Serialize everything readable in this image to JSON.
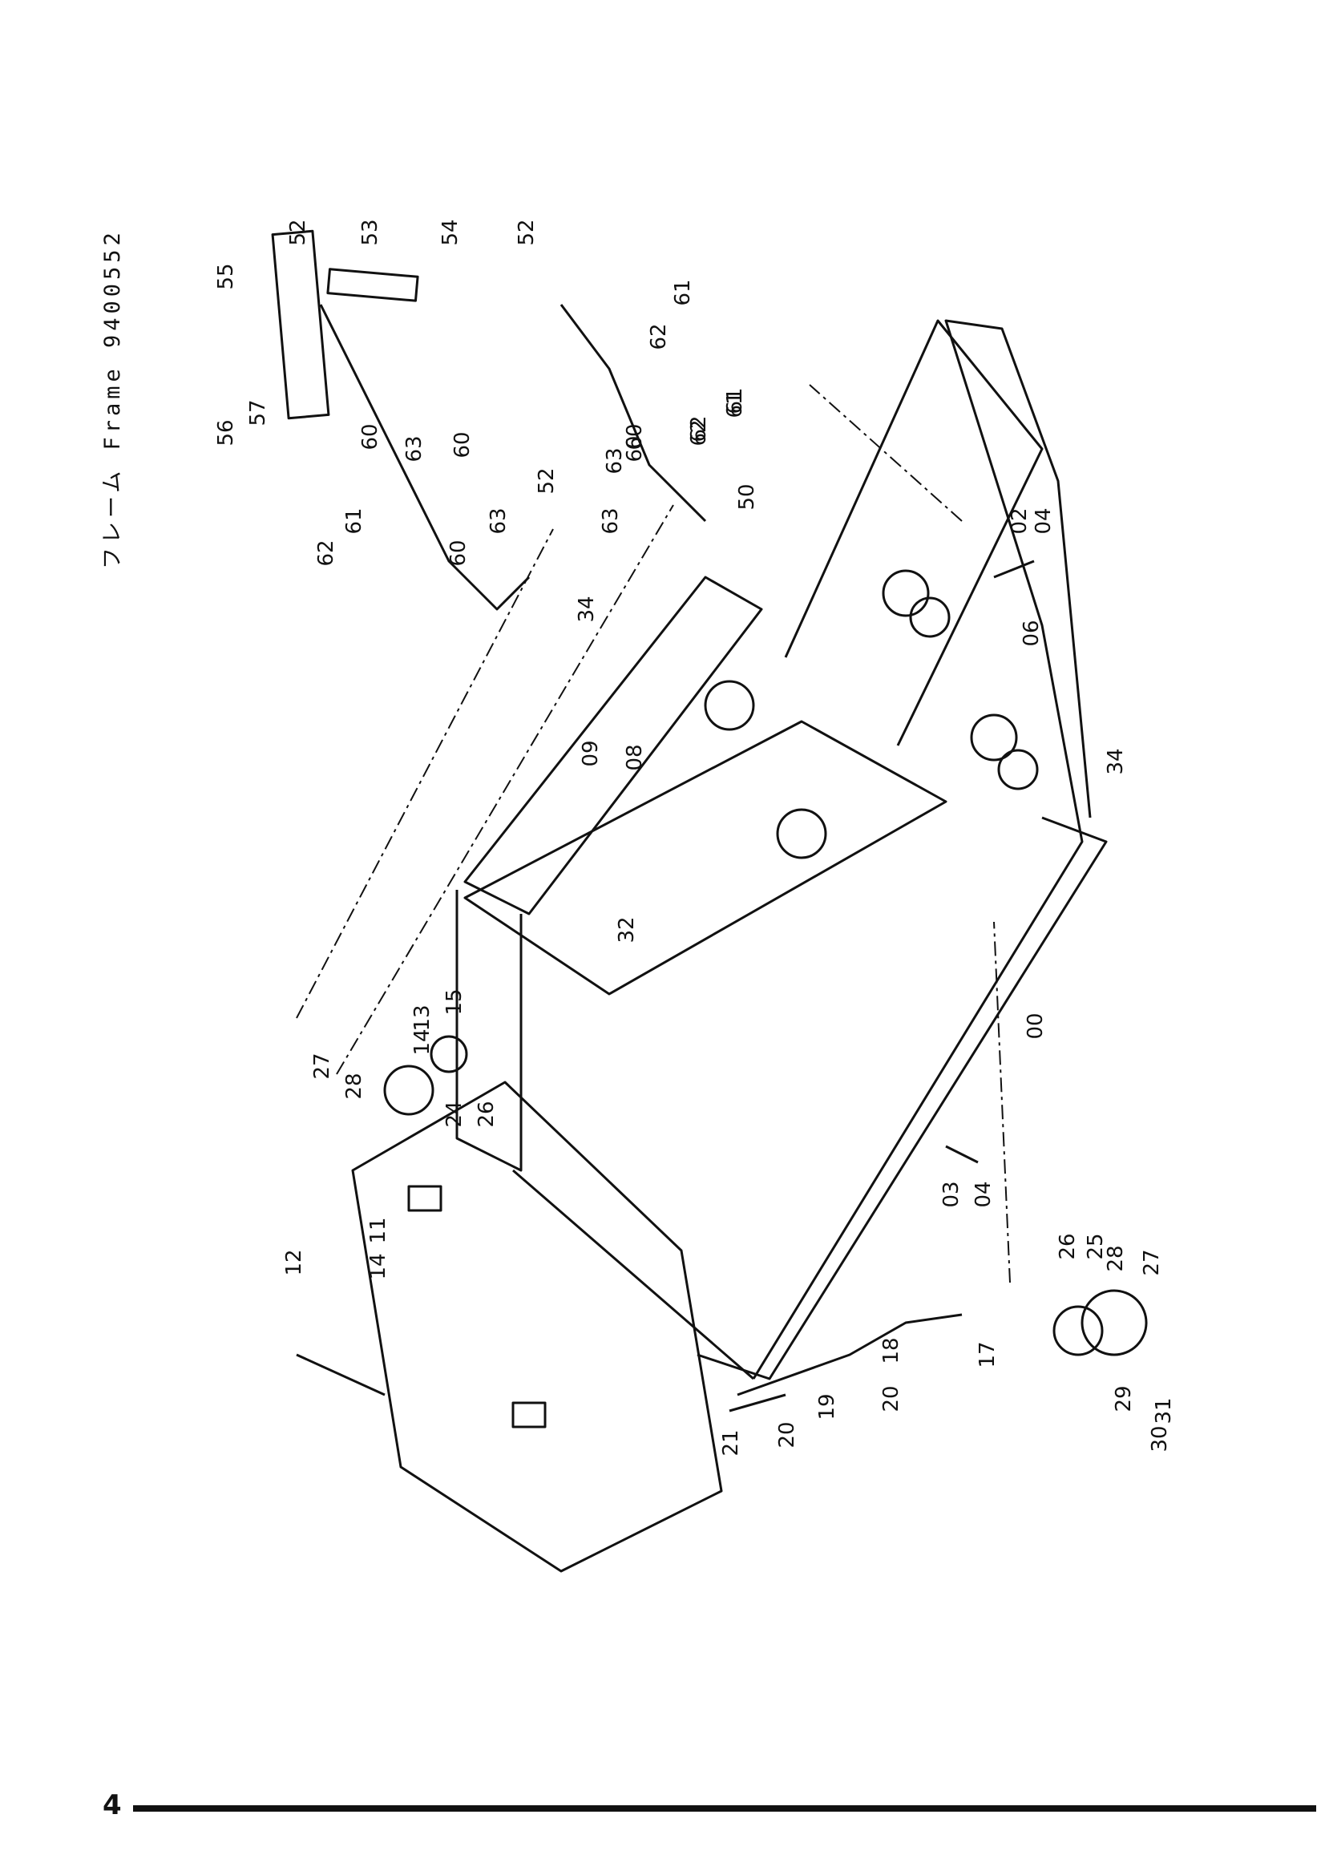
{
  "page": {
    "title": "フレーム Frame 9400552",
    "page_number": "4"
  },
  "diagram": {
    "kind": "exploded parts diagram",
    "part_labels": [
      "55",
      "56",
      "57",
      "52",
      "53",
      "54",
      "52",
      "61",
      "62",
      "63",
      "60",
      "60",
      "61",
      "62",
      "63",
      "60",
      "52",
      "61",
      "62",
      "63",
      "60",
      "61",
      "62",
      "60",
      "63",
      "50",
      "34",
      "09",
      "08",
      "02",
      "04",
      "06",
      "34",
      "15",
      "13",
      "14",
      "27",
      "28",
      "24",
      "26",
      "32",
      "00",
      "03",
      "04",
      "26",
      "25",
      "28",
      "27",
      "29",
      "31",
      "30",
      "17",
      "18",
      "20",
      "19",
      "20",
      "21",
      "11",
      "14",
      "12"
    ]
  }
}
